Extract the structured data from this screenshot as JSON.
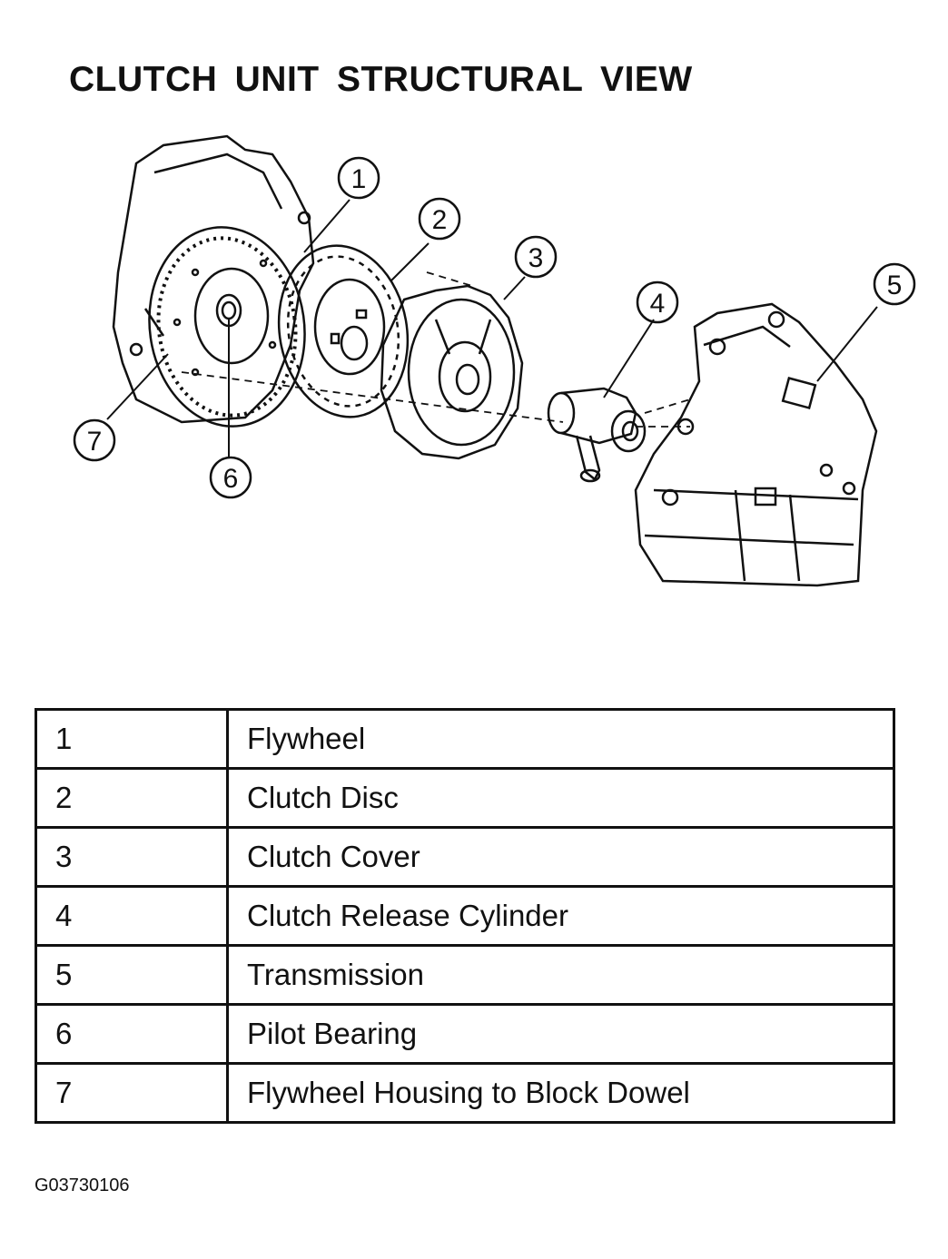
{
  "title": "CLUTCH UNIT STRUCTURAL VIEW",
  "callouts": [
    "1",
    "2",
    "3",
    "4",
    "5",
    "6",
    "7"
  ],
  "legend": [
    {
      "num": "1",
      "name": "Flywheel"
    },
    {
      "num": "2",
      "name": "Clutch Disc"
    },
    {
      "num": "3",
      "name": "Clutch Cover"
    },
    {
      "num": "4",
      "name": "Clutch Release Cylinder"
    },
    {
      "num": "5",
      "name": "Transmission"
    },
    {
      "num": "6",
      "name": "Pilot Bearing"
    },
    {
      "num": "7",
      "name": "Flywheel Housing to Block Dowel"
    }
  ],
  "figure_id": "G03730106"
}
